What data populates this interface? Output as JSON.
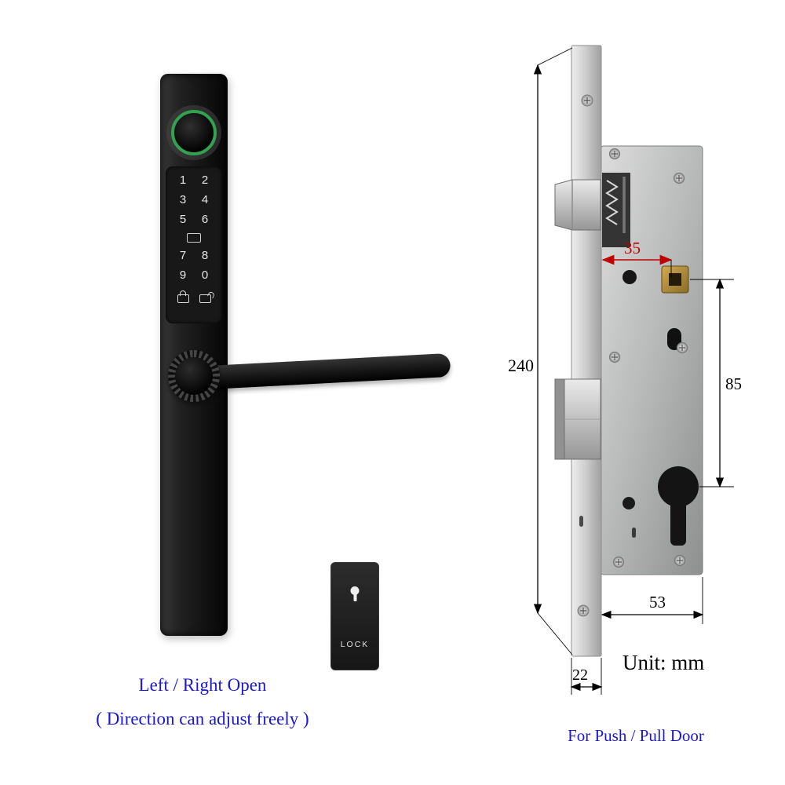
{
  "smart_lock": {
    "keypad_digits": [
      "1",
      "2",
      "3",
      "4",
      "5",
      "6",
      "7",
      "8",
      "9",
      "0"
    ],
    "lock_cover_label": "LOCK",
    "caption_line1": "Left / Right Open",
    "caption_line2": "( Direction can adjust freely )",
    "fingerprint_ring_color": "#32a251"
  },
  "mortise_lock": {
    "dimensions": {
      "height_mm": "240",
      "backset_mm": "35",
      "center_distance_mm": "85",
      "body_depth_mm": "53",
      "faceplate_width_mm": "22"
    },
    "unit_label": "Unit: mm",
    "caption": "For Push / Pull Door",
    "dimension_color_backset": "#c00000",
    "dimension_color_default": "#000000"
  },
  "caption_color": "#1c17d1"
}
